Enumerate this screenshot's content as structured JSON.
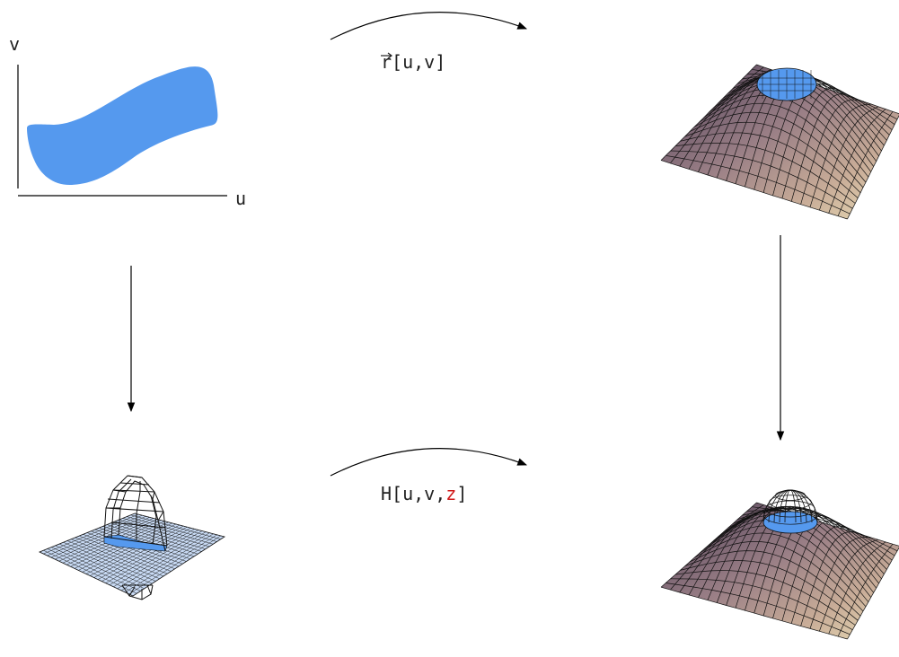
{
  "labels": {
    "v_axis": "v",
    "u_axis": "u",
    "top_map_vec": "r",
    "top_map_args": "[u,v]",
    "bottom_map_fn": "H",
    "bottom_map_prefix": "[u,v,",
    "bottom_map_z": "z",
    "bottom_map_suffix": "]"
  },
  "colors": {
    "region_fill": "#5599ee",
    "z_highlight": "#d01818",
    "surface_light": "#e8ddb8",
    "surface_dark": "#6a5870",
    "flat_grid": "#c8daf4",
    "lines": "#000000"
  }
}
